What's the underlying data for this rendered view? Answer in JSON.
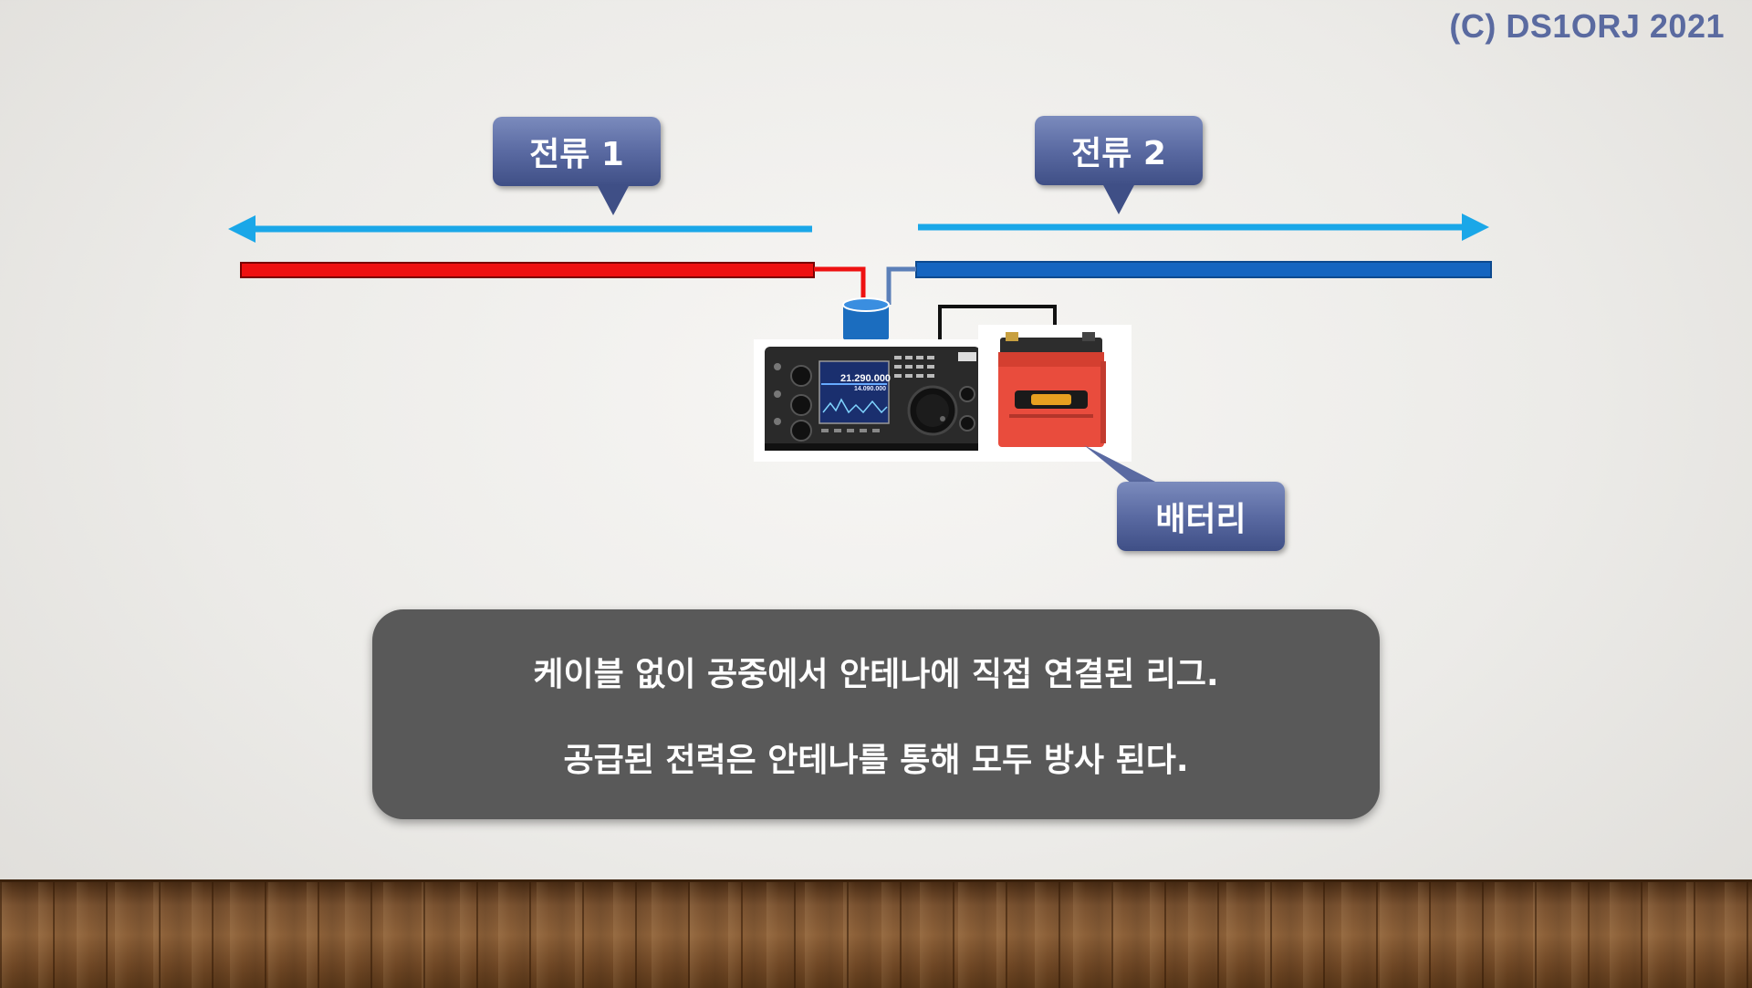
{
  "copyright": "(C) DS1ORJ   2021",
  "labels": {
    "current1": "전류 1",
    "current2": "전류 2",
    "battery": "배터리"
  },
  "radio": {
    "freq_main": "21.290.000",
    "freq_sub": "14.090.000"
  },
  "notes": [
    "케이블 없이 공중에서 안테나에 직접 연결된 리그.",
    "공급된 전력은 안테나를 통해 모두 방사 된다."
  ],
  "colors": {
    "arrow": "#1aa7e8",
    "left_wire": "#ee1111",
    "right_wire": "#1565c0",
    "callout": "#5a6aa2",
    "note_box": "#595959"
  }
}
